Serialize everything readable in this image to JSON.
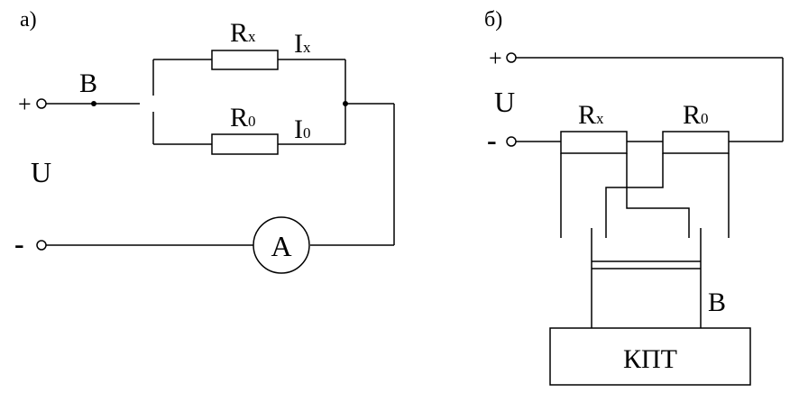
{
  "diagram_a": {
    "label": "а)",
    "switch_label": "B",
    "plus": "+",
    "minus": "-",
    "voltage": "U",
    "rx": {
      "main": "R",
      "sub": "x"
    },
    "r0": {
      "main": "R",
      "sub": "0"
    },
    "ix": {
      "main": "I",
      "sub": "x"
    },
    "i0": {
      "main": "I",
      "sub": "0"
    },
    "ammeter": "A"
  },
  "diagram_b": {
    "label": "б)",
    "plus": "+",
    "minus": "-",
    "voltage": "U",
    "rx": {
      "main": "R",
      "sub": "x"
    },
    "r0": {
      "main": "R",
      "sub": "0"
    },
    "switch_label": "B",
    "device": "КПТ"
  }
}
